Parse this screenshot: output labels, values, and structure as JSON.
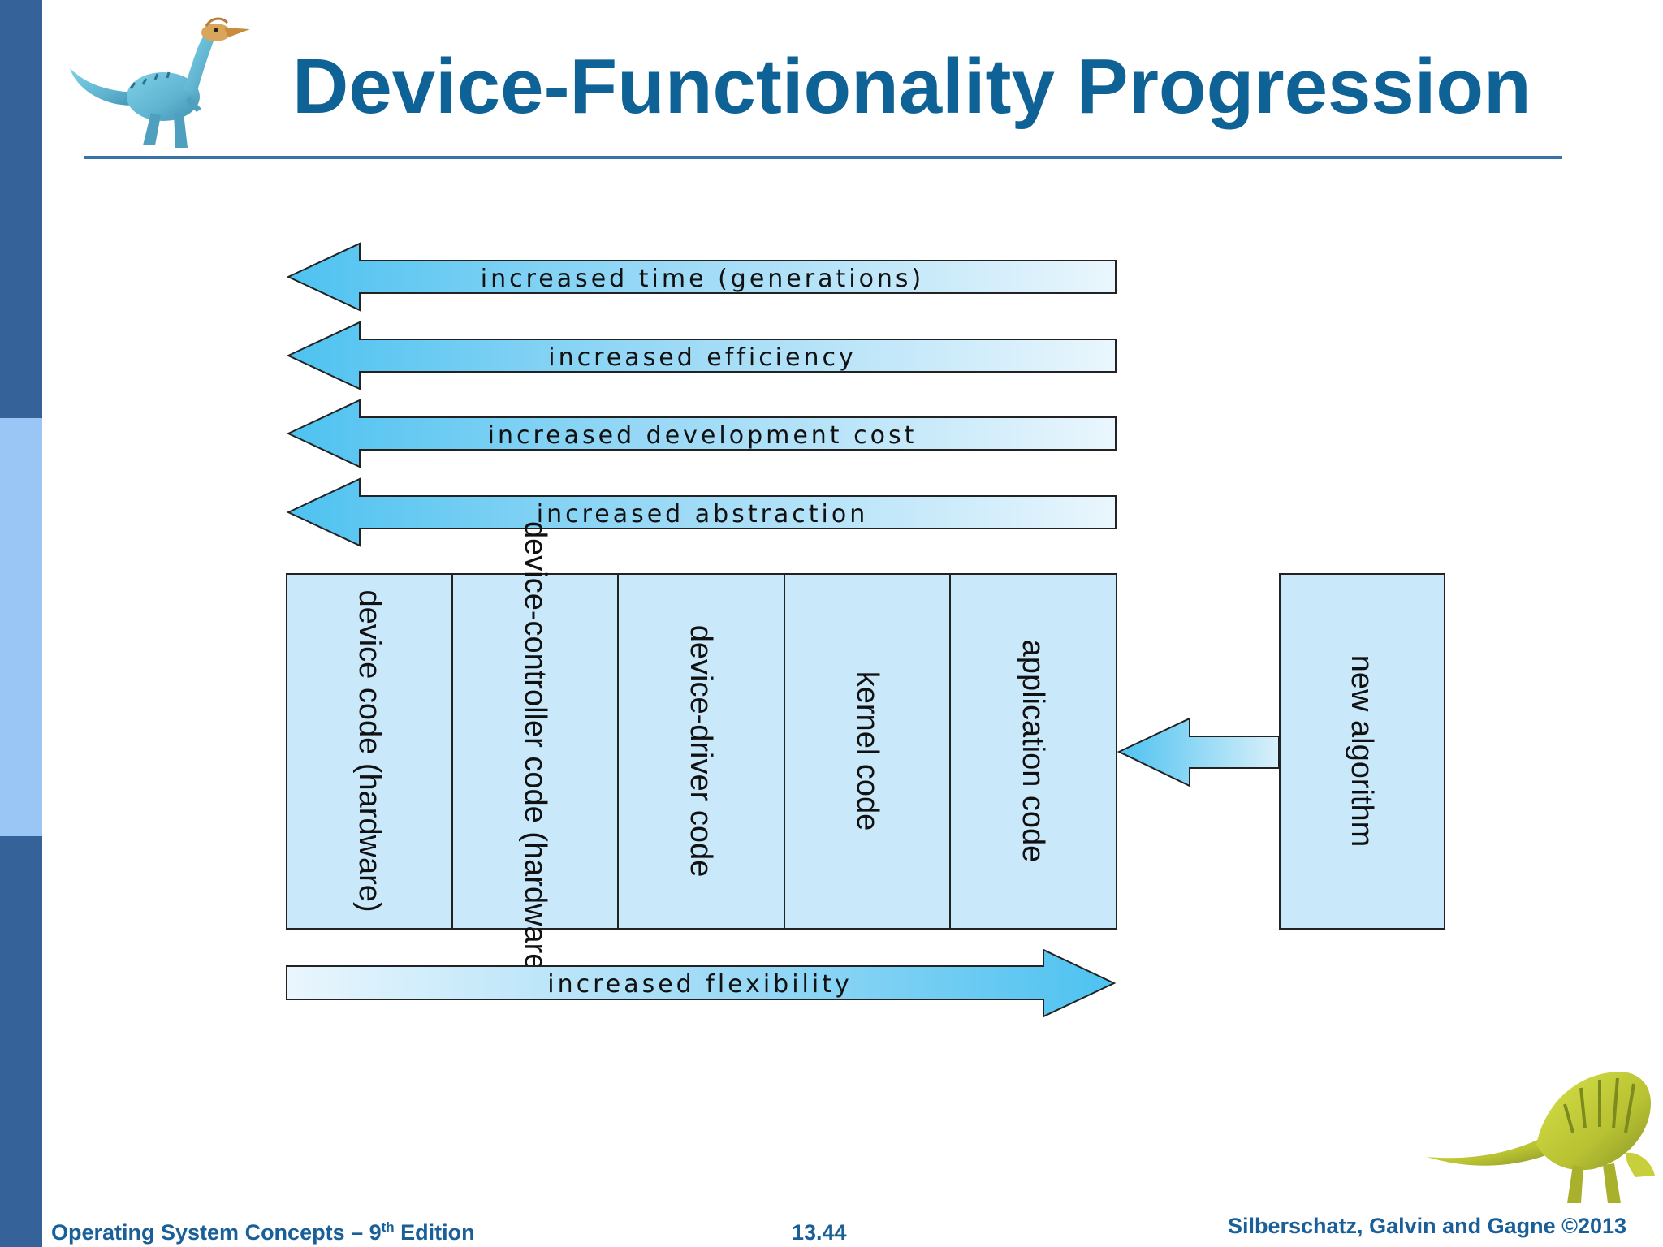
{
  "slide": {
    "title": "Device-Functionality Progression"
  },
  "arrows_left": [
    {
      "label": "increased time (generations)"
    },
    {
      "label": "increased efficiency"
    },
    {
      "label": "increased development cost"
    },
    {
      "label": "increased abstraction"
    }
  ],
  "columns": [
    {
      "label": "device code (hardware)"
    },
    {
      "label": "device-controller code (hardware)"
    },
    {
      "label": "device-driver code"
    },
    {
      "label": "kernel code"
    },
    {
      "label": "application code"
    }
  ],
  "new_algorithm": {
    "label": "new algorithm"
  },
  "arrow_right": {
    "label": "increased flexibility"
  },
  "footer": {
    "left_prefix": "Operating System Concepts – 9",
    "left_sup": "th",
    "left_suffix": " Edition",
    "page": "13.44",
    "right": "Silberschatz, Galvin and Gagne ©2013"
  },
  "colors": {
    "title": "#0f6296",
    "sidebar_dark": "#356399",
    "sidebar_light": "#99c6f5",
    "box_fill": "#c7e7fa",
    "arrow_cyan": "#4fc3f0",
    "footer": "#1a5f98"
  }
}
